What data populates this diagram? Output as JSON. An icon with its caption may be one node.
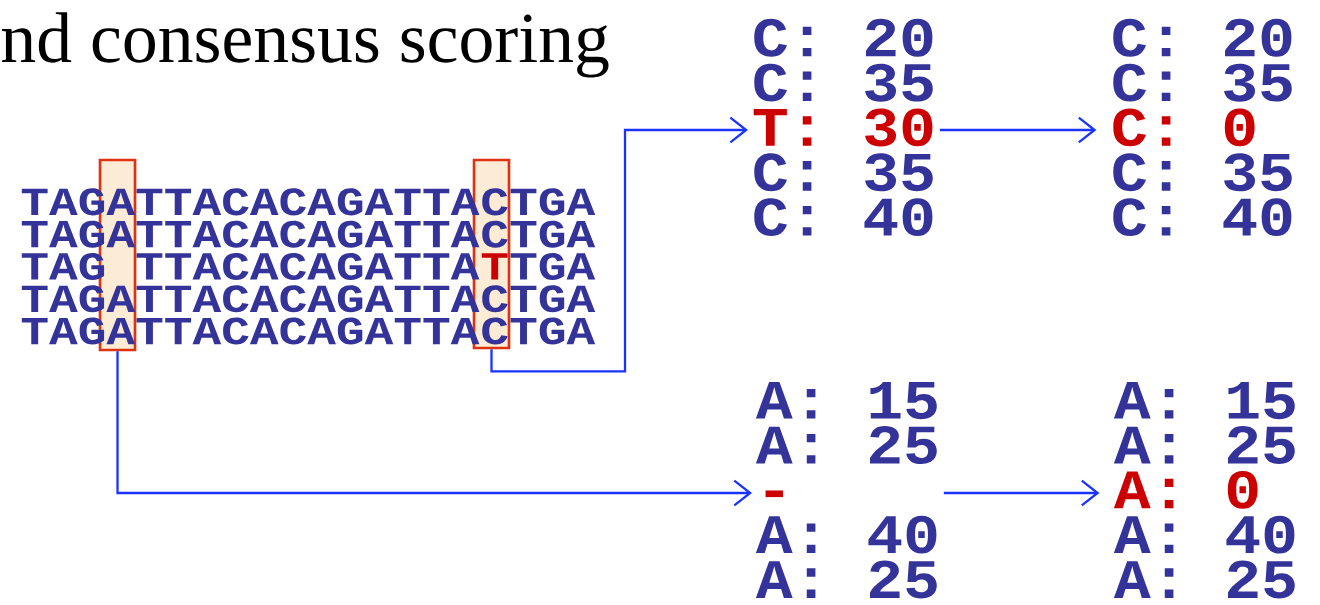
{
  "diagram": {
    "title": "nd consensus scoring",
    "nodes": [
      {
        "text": [],
        "shape": "box"
      },
      {
        "text": [],
        "shape": "box"
      },
      {
        "text": [
          "C: 20",
          "C: 35",
          "T: 30",
          "C: 35",
          "C: 40"
        ]
      },
      {
        "text": [
          "C: 20",
          "C: 35",
          "C: 0",
          "C: 35",
          "C: 40"
        ]
      },
      {
        "text": [
          "A: 15",
          "A: 25",
          "-",
          "A: 40",
          "A: 25"
        ]
      },
      {
        "text": [
          "A: 15",
          "A: 25",
          "A: 0",
          "A: 40",
          "A: 25"
        ]
      }
    ],
    "edges": [
      {
        "from": 1,
        "to": 2,
        "arrow": "to"
      },
      {
        "from": 2,
        "to": 3,
        "arrow": "to"
      },
      {
        "from": 0,
        "to": 4,
        "arrow": "to"
      },
      {
        "from": 4,
        "to": 5,
        "arrow": "to"
      }
    ],
    "labels": [
      "TAGATTACACAGATTA",
      "C",
      "TGA",
      "TAGATTACACAGATTA",
      "C",
      "TGA",
      "TAG TTACACAGATTA",
      "T",
      "TGA",
      "TAGATTACACAGATTA",
      "C",
      "TGA",
      "TAGATTACACAGATTA",
      "C",
      "TGA"
    ]
  }
}
